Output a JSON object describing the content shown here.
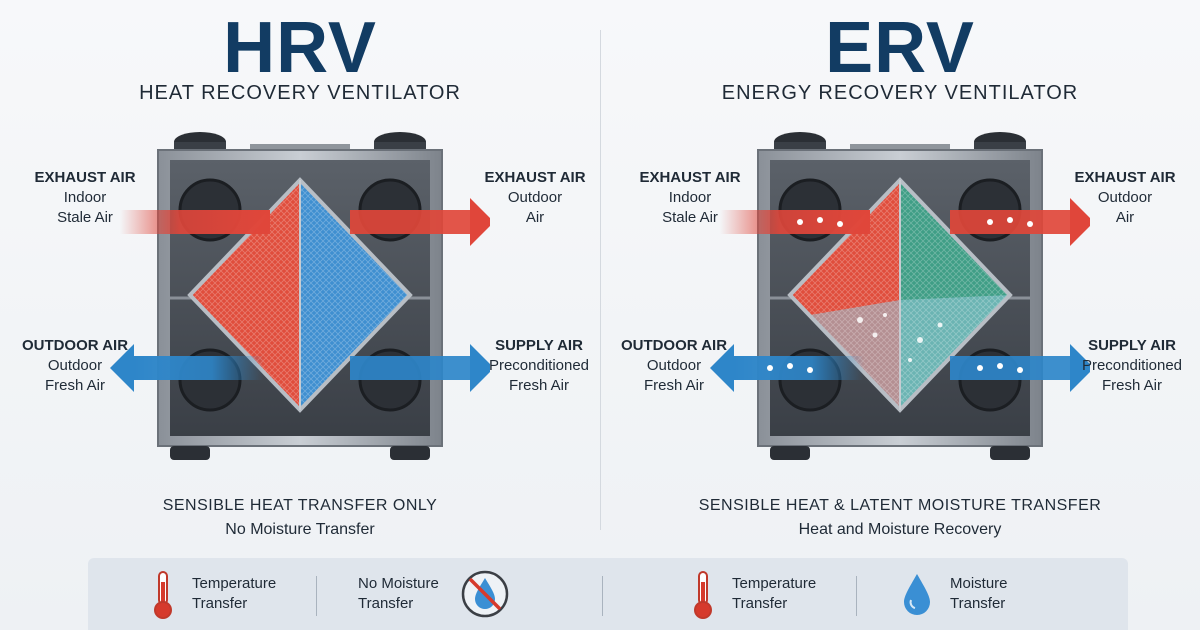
{
  "hrv": {
    "title": "HRV",
    "subtitle": "HEAT RECOVERY VENTILATOR",
    "exhaust_in": {
      "head": "EXHAUST AIR",
      "line1": "Indoor",
      "line2": "Stale Air"
    },
    "exhaust_out": {
      "head": "EXHAUST AIR",
      "line1": "Outdoor",
      "line2": "Air"
    },
    "outdoor_in": {
      "head": "OUTDOOR AIR",
      "line1": "Outdoor",
      "line2": "Fresh Air"
    },
    "supply_out": {
      "head": "SUPPLY AIR",
      "line1": "Preconditioned",
      "line2": "Fresh Air"
    },
    "caption_main": "SENSIBLE HEAT TRANSFER ONLY",
    "caption_sub": "No Moisture Transfer"
  },
  "erv": {
    "title": "ERV",
    "subtitle": "ENERGY RECOVERY VENTILATOR",
    "exhaust_in": {
      "head": "EXHAUST AIR",
      "line1": "Indoor",
      "line2": "Stale Air"
    },
    "exhaust_out": {
      "head": "EXHAUST AIR",
      "line1": "Outdoor",
      "line2": "Air"
    },
    "outdoor_in": {
      "head": "OUTDOOR AIR",
      "line1": "Outdoor",
      "line2": "Fresh Air"
    },
    "supply_out": {
      "head": "SUPPLY AIR",
      "line1": "Preconditioned",
      "line2": "Fresh Air"
    },
    "caption_main": "SENSIBLE HEAT & LATENT MOISTURE TRANSFER",
    "caption_sub": "Heat and Moisture Recovery"
  },
  "legend": {
    "hrv_temp": {
      "line1": "Temperature",
      "line2": "Transfer",
      "icon": "thermometer-icon"
    },
    "hrv_moist": {
      "line1": "No Moisture",
      "line2": "Transfer",
      "icon": "no-water-drop-icon"
    },
    "erv_temp": {
      "line1": "Temperature",
      "line2": "Transfer",
      "icon": "thermometer-icon"
    },
    "erv_moist": {
      "line1": "Moisture",
      "line2": "Transfer",
      "icon": "water-drop-icon"
    }
  },
  "colors": {
    "title": "#123c63",
    "warm": "#e0463a",
    "cool": "#2e86c9",
    "erv_core_right": "#3f9e86"
  }
}
